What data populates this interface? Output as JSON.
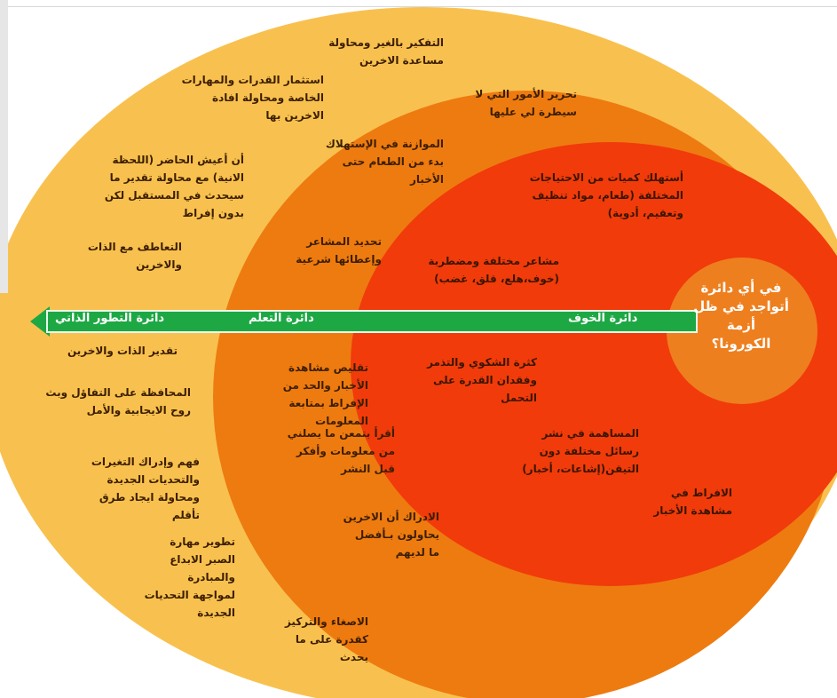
{
  "diagram": {
    "center_question": "في أي دائرة\nأتواجد في ظل\nأزمة\nالكورونا؟",
    "arrow": {
      "fear_circle_label": "دائرة الخوف",
      "learning_circle_label": "دائرة التعلم",
      "growth_circle_label": "دائرة التطور الذاتي"
    },
    "growth_items": [
      "التفكير بالغير ومحاولة\nمساعدة الاخرين",
      "استثمار القدرات والمهارات\nالخاصة ومحاولة افادة\nالاخرين بها",
      "أن أعيش الحاضر (اللحظة\nالانية) مع محاولة تقدير ما\nسيحدث في المستقبل لكن\nبدون إفراط",
      "التعاطف مع الذات\nوالاخرين",
      "تقدير الذات والاخرين",
      "المحافظة على التفاؤل وبث\nروح الايجابية والأمل",
      "فهم وإدراك التغيرات\nوالتحديات الجديدة\nومحاولة ايجاد طرق\nتأقلم",
      "تطوير مهارة\nالصبر الابداع\nوالمبادرة\nلمواجهة التحديات\nالجديدة"
    ],
    "learning_items": [
      "تحرير الأمور التي لا\nسيطرة لي عليها",
      "الموازنة في الإستهلاك\nبدء من الطعام حتى\nالأخبار",
      "تحديد المشاعر\nوإعطائها شرعية",
      "تقليص مشاهدة\nالأخبار والحد من\nالإفراط بمتابعة\nالمعلومات",
      "أقرأ بتمعن ما يصلني\nمن معلومات وأفكر\nقبل النشر",
      "الادراك أن الاخرين\nيحاولون بـأفضل\nما لديهم",
      "الاصغاء والتركيز\nكقدرة على ما\nيحدث"
    ],
    "fear_items": [
      "أستهلك كميات من الاحتياجات\nالمختلفة (طعام، مواد تنظيف\nوتعقيم، أدوية)",
      "مشاعر مختلفة ومضطربة\n(خوف،هلع، قلق، غضب)",
      "كثرة الشكوي والتذمر\nوفقدان القدرة على\nالتحمل",
      "المساهمة في نشر\nرسائل مختلفة دون\nالتيقن(إشاعات، أخبار)",
      "الافراط في\nمشاهدة الأخبار"
    ],
    "colors": {
      "growth_circle": "#f8c14f",
      "learning_circle": "#ee7b10",
      "fear_circle": "#f13b0b",
      "center_circle": "#ee7f1e",
      "arrow": "#1da844"
    }
  }
}
